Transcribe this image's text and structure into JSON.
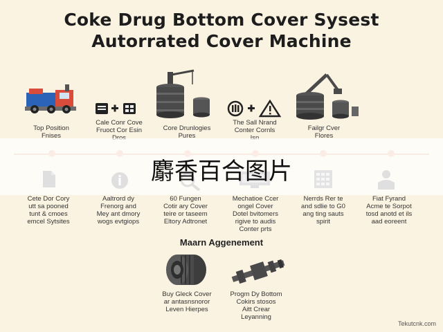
{
  "title": {
    "line1": "Coke Drug Bottom Cover Sysest",
    "line2": "Autorrated Cover Machine"
  },
  "top_stages": [
    {
      "icon": "truck-icon",
      "lines": [
        "Top Position",
        "Fnises"
      ]
    },
    {
      "icon": "control-panel-icon",
      "lines": [
        "Cale Conr Cove",
        "Fruoct Cor Esin",
        "Dros"
      ]
    },
    {
      "icon": "drum-crane-icon",
      "lines": [
        "Core Drunlogies",
        "Pures"
      ]
    },
    {
      "icon": "gauge-warning-icon",
      "lines": [
        "The Sall Nrand",
        "Conter Cornls",
        "Isn"
      ]
    },
    {
      "icon": "excavator-drum-icon",
      "lines": [
        "Failgr Cver",
        "Flores"
      ]
    }
  ],
  "overlay": {
    "text": "麝香百合图片"
  },
  "bottom_steps": [
    {
      "icon": "document-icon",
      "lines": [
        "Cete Dor Cory",
        "utt sa pooned",
        "tunt & cmoes",
        "emcel Sytsites"
      ]
    },
    {
      "icon": "info-icon",
      "lines": [
        "Aaltrord dy",
        "Frenorg and",
        "Mey ant dmory",
        "wogs evtgiops"
      ]
    },
    {
      "icon": "magnifier-icon",
      "lines": [
        "60 Fungen",
        "Cotir ary Cover",
        "teire or taseem",
        "Eltory Adtronet"
      ]
    },
    {
      "icon": "monitor-icon",
      "lines": [
        "Mechatioe Ccer",
        "ongel Cover",
        "Dotel bvitomers",
        "rigive to audis",
        "Conter prts"
      ]
    },
    {
      "icon": "spreadsheet-icon",
      "lines": [
        "Nerrds Rer te",
        "and sdlie to G0",
        "ang ting sauts",
        "spirit"
      ]
    },
    {
      "icon": "worker-icon",
      "lines": [
        "Fiat Fyrand",
        "Acme te Sorpot",
        "tosd anotd et ils",
        "aad eoreent"
      ]
    }
  ],
  "section": {
    "heading": "Maarn Aggenement",
    "items": [
      {
        "icon": "cylinder-cover-icon",
        "lines": [
          "Buy Gleck Cover",
          "ar antasnsnoror",
          "Leven Hierpes"
        ]
      },
      {
        "icon": "shaft-assembly-icon",
        "lines": [
          "Progm Dy Bottom",
          "Cokirs stosos",
          "Aitt Crear",
          "Leyanning"
        ]
      }
    ]
  },
  "watermark": "Tekutcnk.com"
}
